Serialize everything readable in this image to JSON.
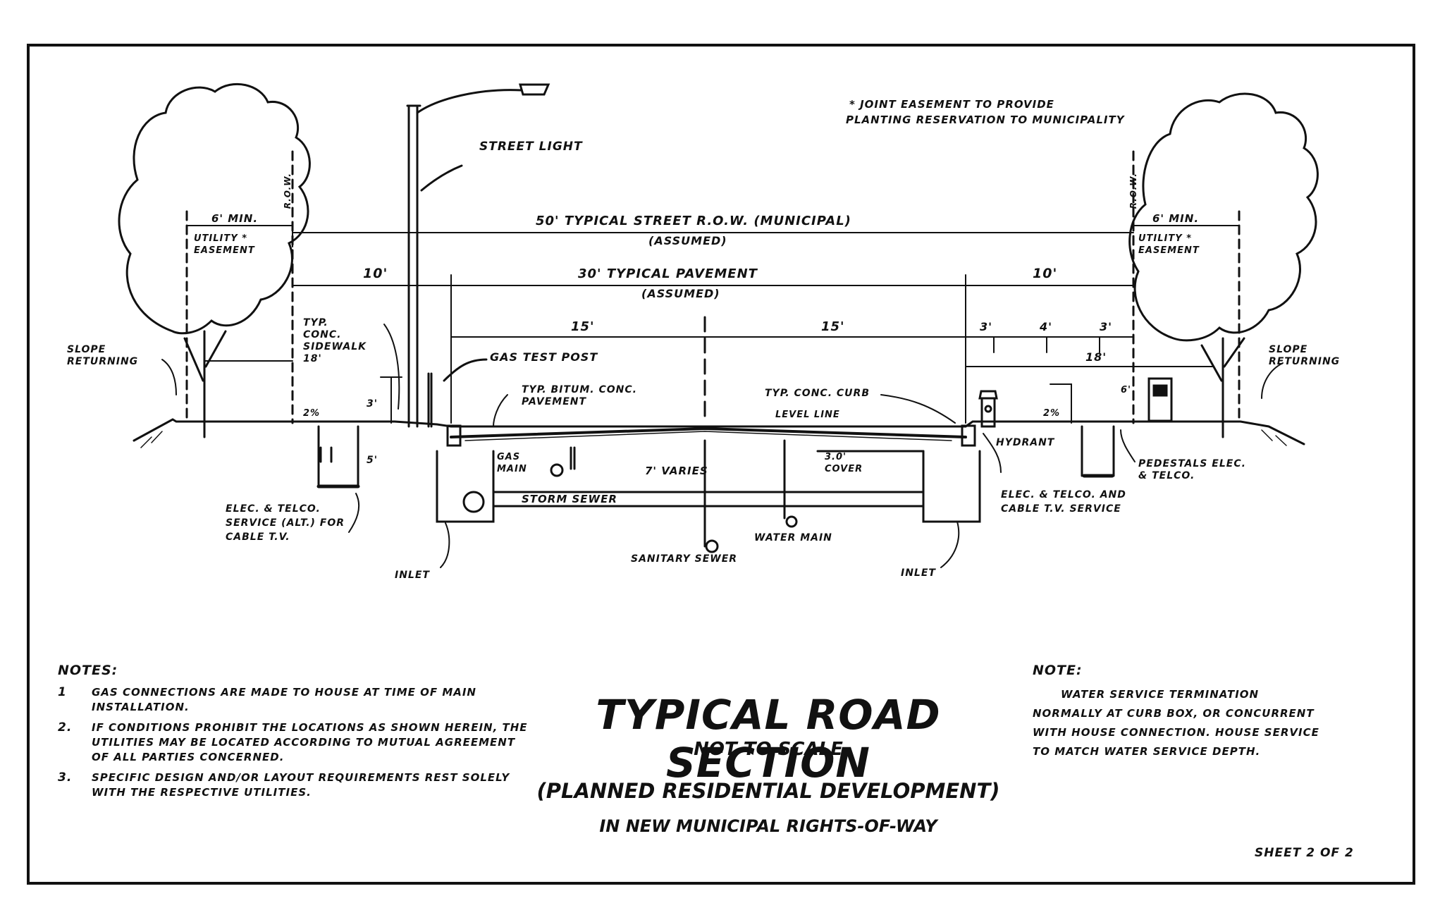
{
  "title": {
    "main": "TYPICAL ROAD SECTION",
    "scale": "NOT TO SCALE",
    "subtitle": "(PLANNED RESIDENTIAL DEVELOPMENT)",
    "location": "IN NEW MUNICIPAL RIGHTS-OF-WAY"
  },
  "labels": {
    "joint_easement_1": "* JOINT EASEMENT TO PROVIDE",
    "joint_easement_2": "PLANTING RESERVATION TO MUNICIPALITY",
    "street_light": "STREET LIGHT",
    "row_left": "R.O.W.",
    "row_right": "R.O.W.",
    "min_left": "6' MIN.",
    "min_right": "6' MIN.",
    "utility_easement_left": "UTILITY * EASEMENT",
    "utility_easement_right": "UTILITY * EASEMENT",
    "street_row": "50' TYPICAL STREET R.O.W. (MUNICIPAL)",
    "assumed_1": "(ASSUMED)",
    "pavement": "30' TYPICAL PAVEMENT",
    "assumed_2": "(ASSUMED)",
    "dim_10_left": "10'",
    "dim_10_right": "10'",
    "dim_15_left": "15'",
    "dim_15_right": "15'",
    "dim_3_a": "3'",
    "dim_4": "4'",
    "dim_3_b": "3'",
    "dim_18_right": "18'",
    "sidewalk": "TYP. CONC. SIDEWALK 18'",
    "slope_left": "SLOPE RETURNING",
    "slope_right": "SLOPE RETURNING",
    "gas_test_post": "GAS TEST POST",
    "bitum": "TYP. BITUM. CONC. PAVEMENT",
    "curb": "TYP. CONC. CURB",
    "level_line": "LEVEL LINE",
    "gas_main": "GAS MAIN",
    "varies": "7' VARIES",
    "cover": "3.0' COVER",
    "storm_sewer": "STORM SEWER",
    "sanitary_sewer": "SANITARY SEWER",
    "water_main": "WATER MAIN",
    "inlet_left": "INLET",
    "inlet_right": "INLET",
    "hydrant": "HYDRANT",
    "pedestals": "PEDESTALS ELEC. & TELCO.",
    "elec_left": "ELEC. & TELCO. SERVICE (ALT.) FOR CABLE T.V.",
    "elec_right": "ELEC. & TELCO. AND CABLE T.V. SERVICE",
    "pct_left": "2%",
    "pct_right": "2%",
    "dim_3_v": "3'",
    "dim_5_v": "5'",
    "dim_6_right": "6'"
  },
  "notes": {
    "heading": "NOTES:",
    "items": [
      {
        "num": "1",
        "text": "GAS CONNECTIONS ARE MADE TO HOUSE AT TIME OF MAIN INSTALLATION."
      },
      {
        "num": "2.",
        "text": "IF CONDITIONS PROHIBIT THE LOCATIONS AS SHOWN HEREIN, THE UTILITIES MAY BE LOCATED ACCORDING TO MUTUAL AGREEMENT OF ALL PARTIES CONCERNED."
      },
      {
        "num": "3.",
        "text": "SPECIFIC DESIGN AND/OR LAYOUT REQUIREMENTS REST SOLELY WITH THE RESPECTIVE UTILITIES."
      }
    ]
  },
  "note2": {
    "heading": "NOTE:",
    "text": "WATER SERVICE TERMINATION NORMALLY AT CURB BOX, OR CONCURRENT WITH HOUSE CONNECTION. HOUSE SERVICE TO MATCH WATER SERVICE DEPTH."
  },
  "sheet": {
    "label": "SHEET 2 OF 2"
  }
}
